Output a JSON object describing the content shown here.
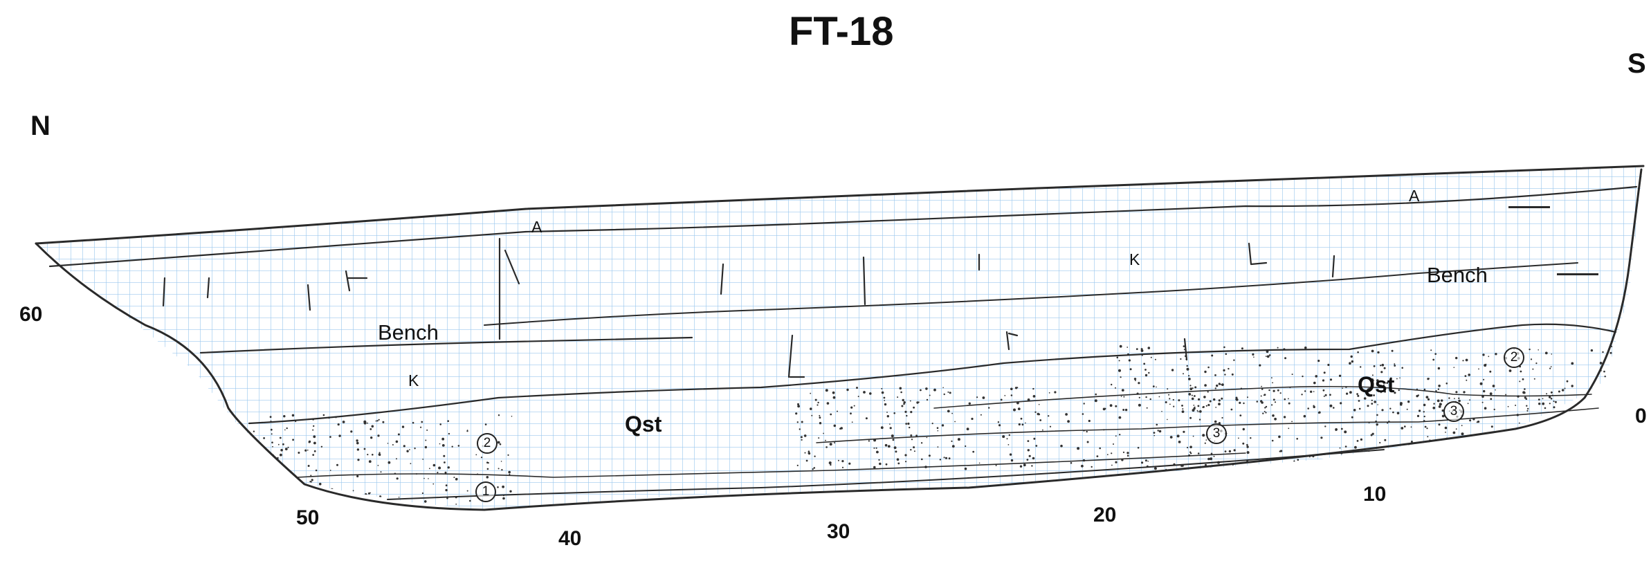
{
  "title": "FT-18",
  "directions": {
    "north": "N",
    "south": "S"
  },
  "distance_ticks": {
    "bottom": [
      "50",
      "40",
      "30",
      "20",
      "10"
    ],
    "left": "60",
    "right": "0"
  },
  "units": {
    "top_soil": "A",
    "carbonate": "K",
    "bench": "Bench",
    "sediment": "Qst"
  },
  "beds": [
    "1",
    "2",
    "3"
  ],
  "colors": {
    "grid": "#9cc8ee",
    "ink": "#2a2a2a",
    "paper": "#ffffff"
  }
}
